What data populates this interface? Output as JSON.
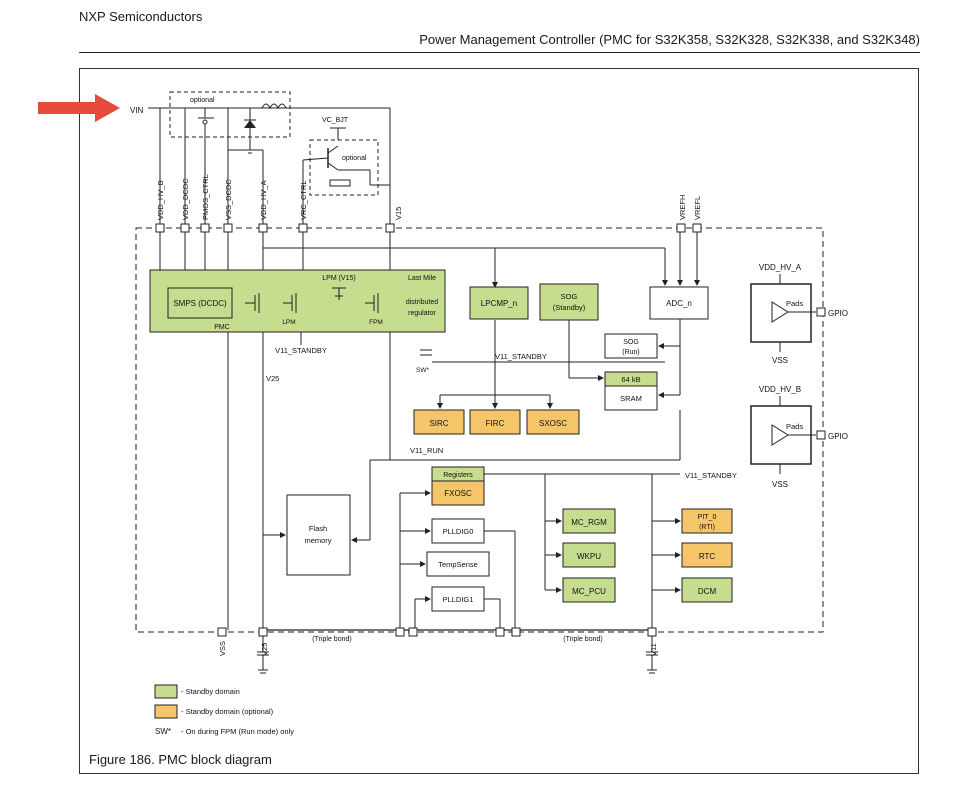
{
  "header": {
    "company": "NXP Semiconductors",
    "doc_title": "Power Management Controller (PMC for S32K358, S32K328, S32K338, and S32K348)"
  },
  "caption": "Figure 186. PMC block diagram",
  "colors": {
    "standby": "#c6dc8e",
    "standby_optional": "#f5c56a",
    "arrow": "#e64a3a"
  },
  "diagram": {
    "vin": "VIN",
    "optional": "optional",
    "vc_bjt": "VC_BJT",
    "optional_bjt": "optional",
    "pins_top": [
      "VDD_HV_B",
      "VDD_DCDC",
      "PMOS_CTRL",
      "VSS_DCDC",
      "VDD_HV_A",
      "VRC_CTRL",
      "V15",
      "VREFH",
      "VREFL"
    ],
    "pmc": {
      "smps": "SMPS (DCDC)",
      "name": "PMC",
      "lpm_v15": "LPM (V15)",
      "last_mile": [
        "Last Mile",
        "distributed",
        "regulator"
      ],
      "lpm": "LPM",
      "fpm": "FPM"
    },
    "v11_standby_1": "V11_STANDBY",
    "sw": "SW*",
    "v25": "V25",
    "v11_standby_2": "V11_STANDBY",
    "lpcmp": "LPCMP_n",
    "sog_standby": [
      "SOG",
      "(Standby)"
    ],
    "adc": "ADC_n",
    "sog_run": [
      "SOG",
      "(Run)"
    ],
    "sram_64": "64 kB",
    "sram": "SRAM",
    "sirc": "SIRC",
    "firc": "FIRC",
    "sxosc": "SXOSC",
    "v11_run": "V11_RUN",
    "v11_standby_3": "V11_STANDBY",
    "pads_a": {
      "supply": "VDD_HV_A",
      "pads": "Pads",
      "gpio": "GPIO",
      "vss": "VSS"
    },
    "pads_b": {
      "supply": "VDD_HV_B",
      "pads": "Pads",
      "gpio": "GPIO",
      "vss": "VSS"
    },
    "flash": [
      "Flash",
      "memory"
    ],
    "registers": "Registers",
    "fxosc": "FXOSC",
    "plldig0": "PLLDIG0",
    "tempsense": "TempSense",
    "plldig1": "PLLDIG1",
    "mc_rgm": "MC_RGM",
    "wkpu": "WKPU",
    "mc_pcu": "MC_PCU",
    "pit": [
      "PIT_0",
      "(RTI)"
    ],
    "rtc": "RTC",
    "dcm": "DCM",
    "pins_bottom": {
      "vss": "VSS",
      "v25": "V25",
      "v11": "V11"
    },
    "triple_bond_1": "(Triple bond)",
    "triple_bond_2": "(Triple bond)",
    "legend": {
      "standby": "- Standby domain",
      "standby_opt": "- Standby domain (optional)",
      "sw_key": "SW*",
      "sw_text": "- On during FPM (Run mode) only"
    }
  }
}
